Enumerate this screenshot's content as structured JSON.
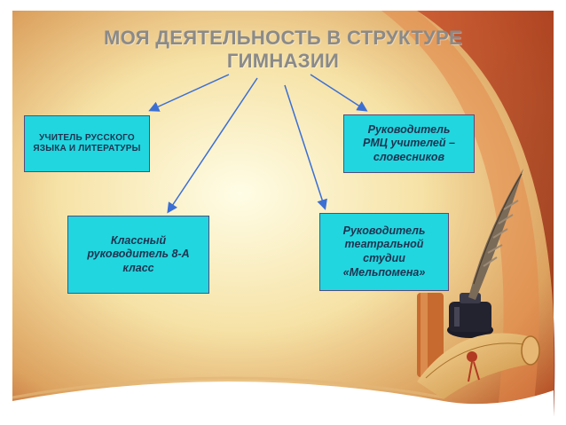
{
  "title": {
    "line1": "МОЯ ДЕЯТЕЛЬНОСТЬ В СТРУКТУРЕ",
    "line2": "ГИМНАЗИИ"
  },
  "boxes": {
    "teacher": [
      "УЧИТЕЛЬ РУССКОГО",
      "ЯЗЫКА И ЛИТЕРАТУРЫ"
    ],
    "rmc": [
      "Руководитель",
      "РМЦ  учителей –",
      "словесников"
    ],
    "class_teacher": [
      "Классный",
      "руководитель 8-А",
      "класс"
    ],
    "theatre": [
      "Руководитель",
      "театральной",
      "студии",
      "«Мельпомена»"
    ]
  },
  "colors": {
    "box_fill": "#21d6df",
    "arrow": "#3b6fd4",
    "title": "#8a8a8a"
  },
  "decor_icons": [
    "quill-icon",
    "inkwell-icon",
    "scroll-icon",
    "candle-icon"
  ]
}
